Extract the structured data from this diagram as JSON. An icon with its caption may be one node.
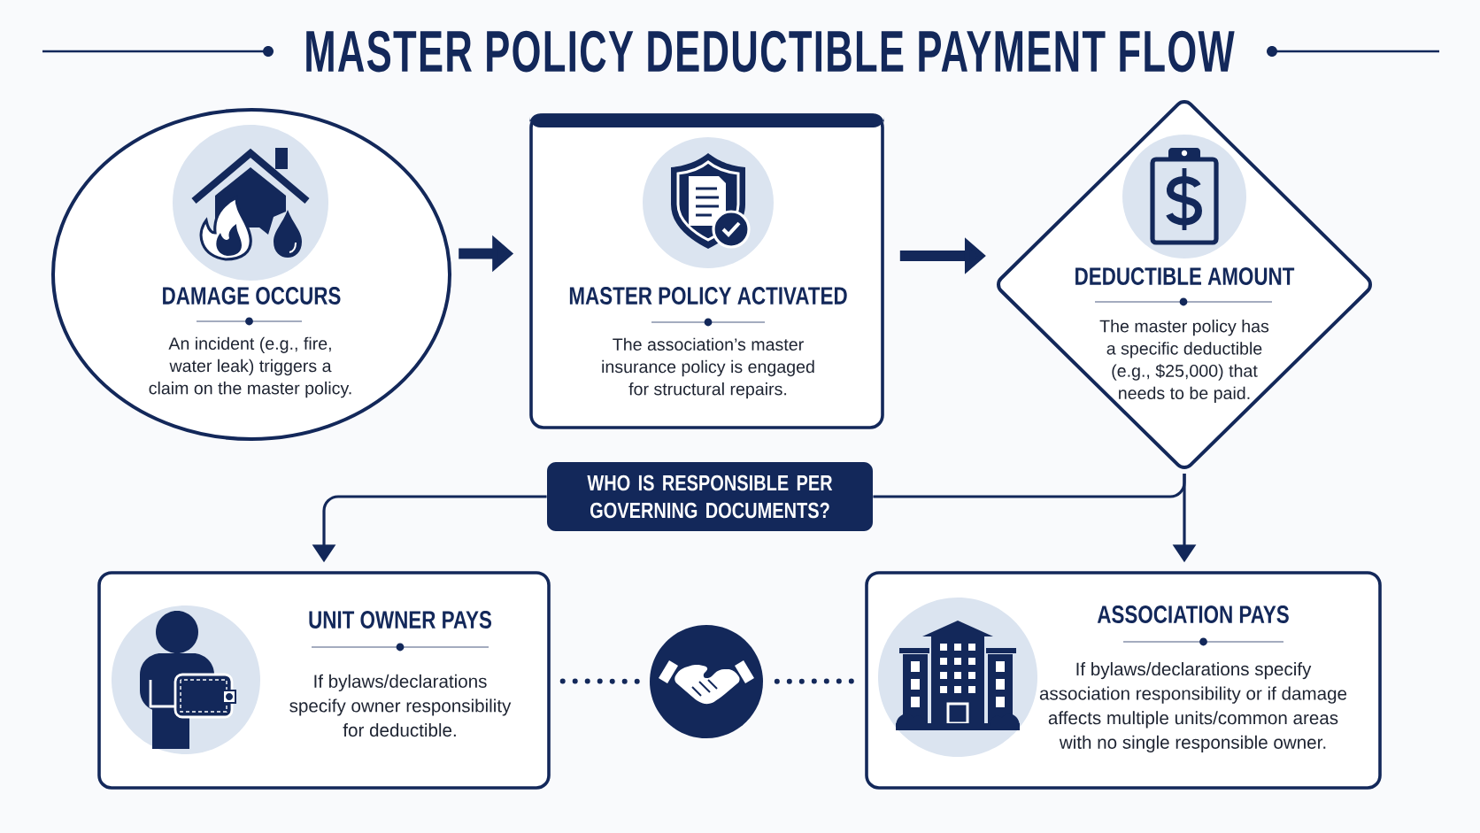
{
  "diagram": {
    "title": "MASTER POLICY DEDUCTIBLE PAYMENT FLOW",
    "nodes": [
      {
        "text": [
          "DAMAGE OCCURS",
          "An incident (e.g., fire, water leak) triggers a claim on the master policy."
        ]
      },
      {
        "text": [
          "MASTER POLICY ACTIVATED",
          "The association’s master insurance policy is engaged for structural repairs."
        ]
      },
      {
        "text": [
          "DEDUCTIBLE AMOUNT",
          "The master policy has a specific deductible (e.g., $25,000) that needs to be paid."
        ]
      },
      {
        "text": [
          "WHO IS RESPONSIBLE PER GOVERNING DOCUMENTS?"
        ]
      },
      {
        "text": [
          "UNIT OWNER PAYS",
          "If bylaws/declarations specify owner responsibility for deductible."
        ]
      },
      {
        "text": [],
        "shape": "circle"
      },
      {
        "text": [
          "ASSOCIATION PAYS",
          "If bylaws/declarations specify association responsibility or if damage affects multiple units/common areas with no single responsible owner."
        ]
      }
    ],
    "edges": [
      {
        "from": 0,
        "to": 1,
        "arrow": "to",
        "style": "thick"
      },
      {
        "from": 1,
        "to": 2,
        "arrow": "to",
        "style": "thick"
      },
      {
        "from": 2,
        "to": 3,
        "arrow": "none"
      },
      {
        "from": 3,
        "to": 4,
        "arrow": "to"
      },
      {
        "from": 2,
        "to": 6,
        "arrow": "to"
      },
      {
        "from": 4,
        "to": 5,
        "arrow": "none",
        "style": "dashed"
      },
      {
        "from": 5,
        "to": 6,
        "arrow": "none",
        "style": "dashed"
      }
    ]
  }
}
